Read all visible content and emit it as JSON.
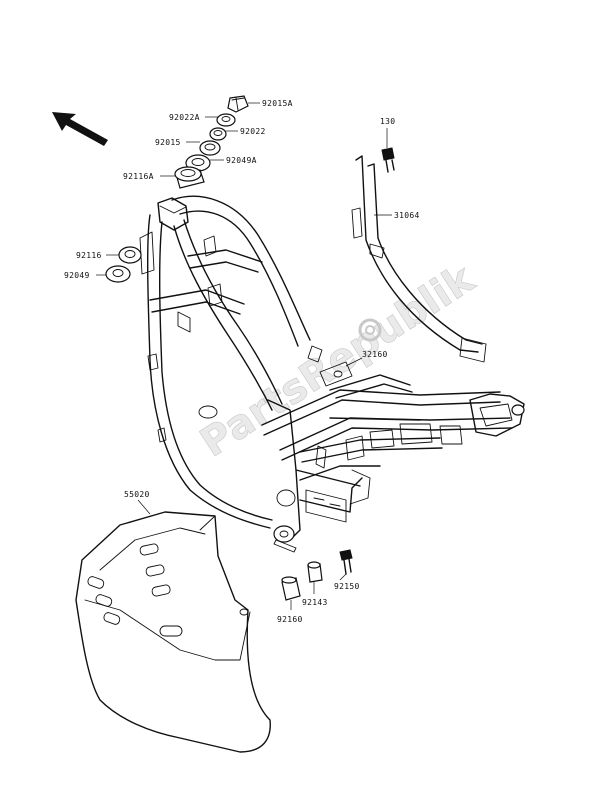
{
  "watermark": "PartsRepublik",
  "parts": {
    "p92015A": "92015A",
    "p92022A": "92022A",
    "p92022": "92022",
    "p92015": "92015",
    "p92049A": "92049A",
    "p92116A": "92116A",
    "p130": "130",
    "p31064": "31064",
    "p92116": "92116",
    "p92049": "92049",
    "p32160": "32160",
    "p55020": "55020",
    "p92150": "92150",
    "p92143": "92143",
    "p92160": "92160"
  }
}
